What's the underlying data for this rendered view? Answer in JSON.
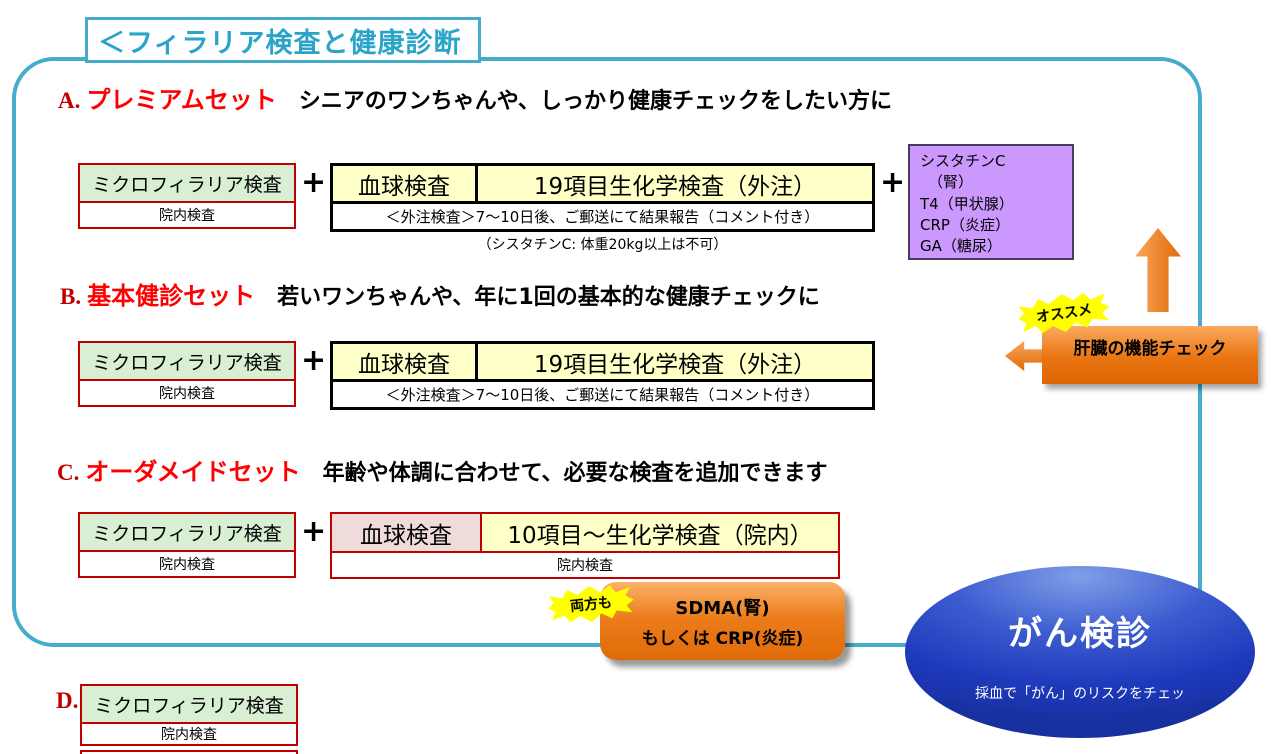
{
  "page": {
    "title": "＜フィラリア検査と健康診断"
  },
  "symbols": {
    "plus": "+"
  },
  "section_a": {
    "letter": "A.",
    "title": "プレミアムセット",
    "subtitle": "シニアのワンちゃんや、しっかり健康チェックをしたい方に",
    "filaria_label": "ミクロフィラリア検査",
    "filaria_note": "院内検査",
    "blood_test": "血球検査",
    "biochem_test": "19項目生化学検査（外注）",
    "outsource_note": "＜外注検査＞7～10日後、ご郵送にて結果報告（コメント付き）",
    "weight_note": "（シスタチンC:  体重20kg以上は不可）",
    "addon_lines": [
      "シスタチンC",
      "（腎）",
      "T4（甲状腺）",
      "CRP（炎症）",
      "GA（糖尿）"
    ]
  },
  "section_b": {
    "letter": "B.",
    "title": "基本健診セット",
    "subtitle": "若いワンちゃんや、年に1回の基本的な健康チェックに",
    "filaria_label": "ミクロフィラリア検査",
    "filaria_note": "院内検査",
    "blood_test": "血球検査",
    "biochem_test": "19項目生化学検査（外注）",
    "outsource_note": "＜外注検査＞7～10日後、ご郵送にて結果報告（コメント付き）"
  },
  "recommend": {
    "badge": "オススメ",
    "label": "肝臓の機能チェック"
  },
  "section_c": {
    "letter": "C.",
    "title": "オーダメイドセット",
    "subtitle": "年齢や体調に合わせて、必要な検査を追加できます",
    "filaria_label": "ミクロフィラリア検査",
    "filaria_note": "院内検査",
    "blood_test": "血球検査",
    "biochem_test": "10項目～生化学検査（院内）",
    "table_note": "院内検査",
    "both_badge": "両方も",
    "addon_line1": "SDMA(腎)",
    "addon_line2": "もしくは CRP(炎症)"
  },
  "cancer": {
    "title": "がん検診",
    "subtitle": "採血で「がん」のリスクをチェッ"
  },
  "section_d": {
    "letter": "D.",
    "filaria_label": "ミクロフィラリア検査",
    "filaria_note": "院内検査"
  },
  "colors": {
    "frame_teal": "#45ADCB",
    "section_red": "#FF0000",
    "filaria_green": "#D8EFD3",
    "box_border_red": "#C00000",
    "test_cream": "#FFFFC8",
    "blood_pink_c": "#F0DBDB",
    "addon_purple": "#CB99FE",
    "accent_orange": "#E06A08",
    "badge_yellow": "#FFFF00",
    "cancer_blue": "#1E3ABC"
  }
}
